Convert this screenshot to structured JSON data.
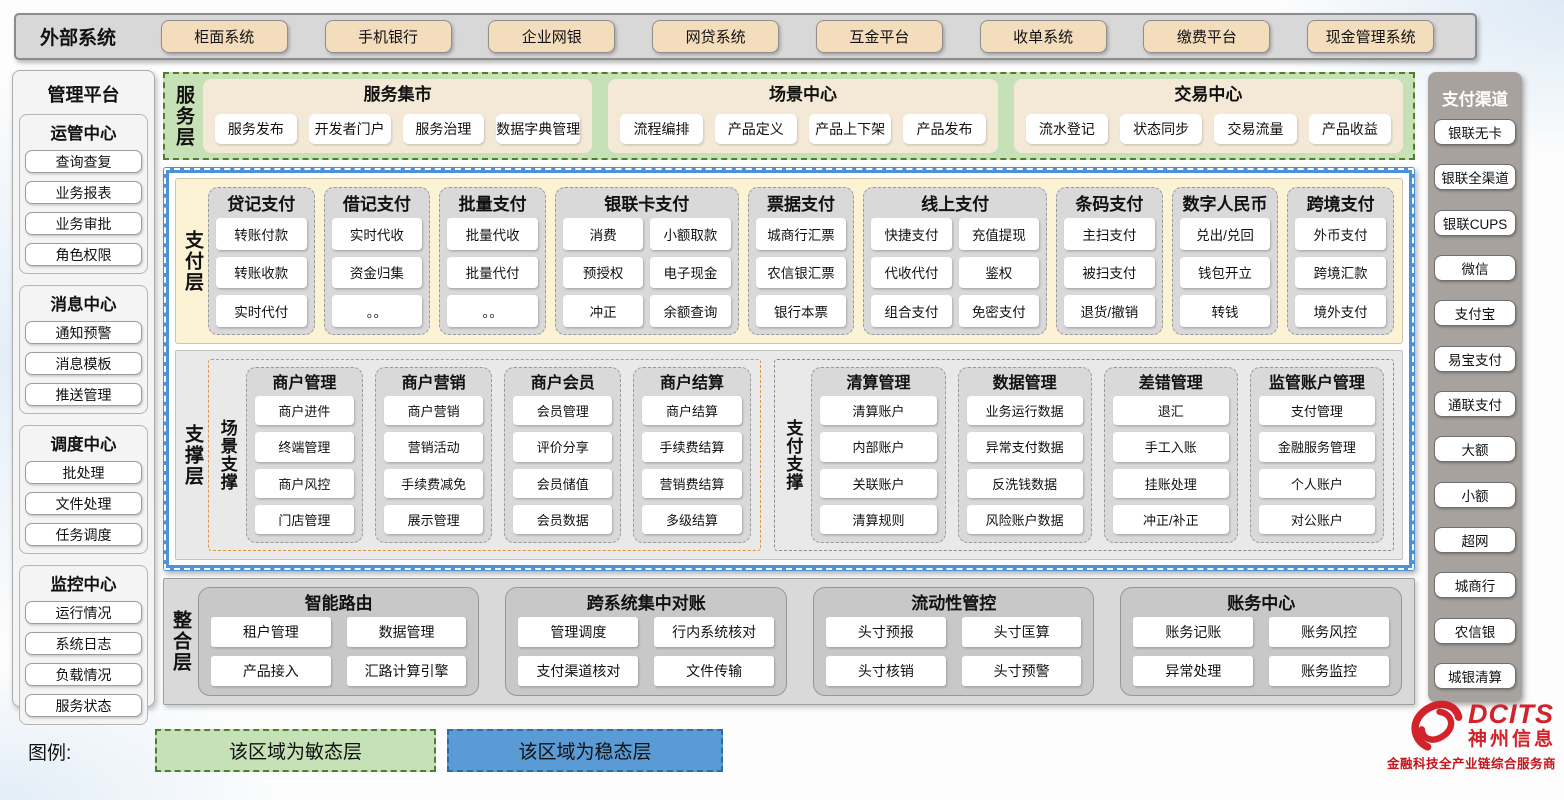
{
  "colors": {
    "agile_green": "#c7e1b6",
    "agile_border_green": "#4f7d33",
    "stable_frame_blue": "#4d92d6",
    "legend_blue": "#5b9bd5",
    "external_button_tan": "#f3ddbc",
    "payment_layer_cream": "#fcf2d4",
    "node_gray": "#d9d9d9",
    "channel_panel_gray": "#a7a29d",
    "scene_group_orange": "#df953e",
    "brand_red": "#d2232a"
  },
  "external_systems": {
    "label": "外部系统",
    "systems": [
      "柜面系统",
      "手机银行",
      "企业网银",
      "网贷系统",
      "互金平台",
      "收单系统",
      "缴费平台",
      "现金管理系统"
    ]
  },
  "management_platform": {
    "title": "管理平台",
    "groups": [
      {
        "title": "运管中心",
        "items": [
          "查询查复",
          "业务报表",
          "业务审批",
          "角色权限"
        ]
      },
      {
        "title": "消息中心",
        "items": [
          "通知预警",
          "消息模板",
          "推送管理"
        ]
      },
      {
        "title": "调度中心",
        "items": [
          "批处理",
          "文件处理",
          "任务调度"
        ]
      },
      {
        "title": "监控中心",
        "items": [
          "运行情况",
          "系统日志",
          "负载情况",
          "服务状态"
        ]
      }
    ]
  },
  "service_layer": {
    "label": "服务层",
    "panels": [
      {
        "title": "服务集市",
        "items": [
          "服务发布",
          "开发者门户",
          "服务治理",
          "数据字典管理"
        ]
      },
      {
        "title": "场景中心",
        "items": [
          "流程编排",
          "产品定义",
          "产品上下架",
          "产品发布"
        ]
      },
      {
        "title": "交易中心",
        "items": [
          "流水登记",
          "状态同步",
          "交易流量",
          "产品收益"
        ]
      }
    ]
  },
  "payment_layer": {
    "label": "支付层",
    "columns": [
      {
        "title": "贷记支付",
        "cols": 1,
        "items": [
          "转账付款",
          "转账收款",
          "实时代付"
        ]
      },
      {
        "title": "借记支付",
        "cols": 1,
        "items": [
          "实时代收",
          "资金归集",
          "。。"
        ]
      },
      {
        "title": "批量支付",
        "cols": 1,
        "items": [
          "批量代收",
          "批量代付",
          "。。"
        ]
      },
      {
        "title": "银联卡支付",
        "cols": 2,
        "items": [
          "消费",
          "小额取款",
          "预授权",
          "电子现金",
          "冲正",
          "余额查询"
        ]
      },
      {
        "title": "票据支付",
        "cols": 1,
        "items": [
          "城商行汇票",
          "农信银汇票",
          "银行本票"
        ]
      },
      {
        "title": "线上支付",
        "cols": 2,
        "items": [
          "快捷支付",
          "充值提现",
          "代收代付",
          "鉴权",
          "组合支付",
          "免密支付"
        ]
      },
      {
        "title": "条码支付",
        "cols": 1,
        "items": [
          "主扫支付",
          "被扫支付",
          "退货/撤销"
        ]
      },
      {
        "title": "数字人民币",
        "cols": 1,
        "items": [
          "兑出/兑回",
          "钱包开立",
          "转钱"
        ]
      },
      {
        "title": "跨境支付",
        "cols": 1,
        "items": [
          "外币支付",
          "跨境汇款",
          "境外支付"
        ]
      }
    ]
  },
  "support_layer": {
    "label": "支撑层",
    "groups": [
      {
        "label": "场景支撑",
        "style": "scene",
        "columns": [
          {
            "title": "商户管理",
            "items": [
              "商户进件",
              "终端管理",
              "商户风控",
              "门店管理"
            ]
          },
          {
            "title": "商户营销",
            "items": [
              "商户营销",
              "营销活动",
              "手续费减免",
              "展示管理"
            ]
          },
          {
            "title": "商户会员",
            "items": [
              "会员管理",
              "评价分享",
              "会员储值",
              "会员数据"
            ]
          },
          {
            "title": "商户结算",
            "items": [
              "商户结算",
              "手续费结算",
              "营销费结算",
              "多级结算"
            ]
          }
        ]
      },
      {
        "label": "支付支撑",
        "style": "pay",
        "columns": [
          {
            "title": "清算管理",
            "items": [
              "清算账户",
              "内部账户",
              "关联账户",
              "清算规则"
            ]
          },
          {
            "title": "数据管理",
            "items": [
              "业务运行数据",
              "异常支付数据",
              "反洗钱数据",
              "风险账户数据"
            ]
          },
          {
            "title": "差错管理",
            "items": [
              "退汇",
              "手工入账",
              "挂账处理",
              "冲正/补正"
            ]
          },
          {
            "title": "监管账户管理",
            "items": [
              "支付管理",
              "金融服务管理",
              "个人账户",
              "对公账户"
            ]
          }
        ]
      }
    ]
  },
  "integration_layer": {
    "label": "整合层",
    "panels": [
      {
        "title": "智能路由",
        "items": [
          "租户管理",
          "数据管理",
          "产品接入",
          "汇路计算引擎"
        ]
      },
      {
        "title": "跨系统集中对账",
        "items": [
          "管理调度",
          "行内系统核对",
          "支付渠道核对",
          "文件传输"
        ]
      },
      {
        "title": "流动性管控",
        "items": [
          "头寸预报",
          "头寸匡算",
          "头寸核销",
          "头寸预警"
        ]
      },
      {
        "title": "账务中心",
        "items": [
          "账务记账",
          "账务风控",
          "异常处理",
          "账务监控"
        ]
      }
    ]
  },
  "payment_channels": {
    "title": "支付渠道",
    "items": [
      "银联无卡",
      "银联全渠道",
      "银联CUPS",
      "微信",
      "支付宝",
      "易宝支付",
      "通联支付",
      "大额",
      "小额",
      "超网",
      "城商行",
      "农信银",
      "城银清算"
    ]
  },
  "legend": {
    "label": "图例:",
    "agile": "该区域为敏态层",
    "stable": "该区域为稳态层"
  },
  "logo": {
    "brand": "DCITS",
    "company": "神州信息",
    "tagline": "金融科技全产业链综合服务商"
  }
}
